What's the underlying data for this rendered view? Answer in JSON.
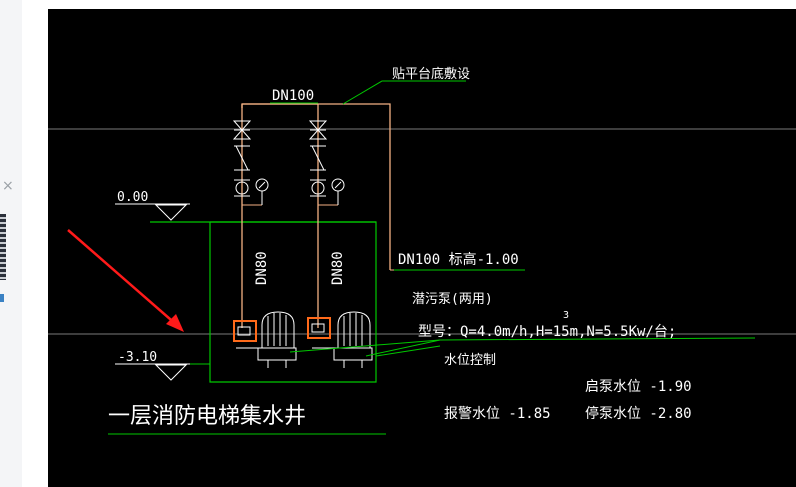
{
  "ui": {
    "close_icon": "×"
  },
  "drawing": {
    "note_mount": "贴平台底敷设",
    "pipe_main": "DN100",
    "pipe_branch_left": "DN80",
    "pipe_branch_right": "DN80",
    "pipe_outlet": "DN100 标高-1.00",
    "level_ground": "0.00",
    "level_pit": "-3.10",
    "pump_title": "潜污泵(两用)",
    "pump_model": "型号：Q=4.0m/h,H=15m,N=5.5Kw/台;",
    "pump_model_sup": "3",
    "water_control": "水位控制",
    "pit_name": "一层消防电梯集水井",
    "start_level": "启泵水位  -1.90",
    "alarm_level": "报警水位  -1.85",
    "stop_level": "停泵水位  -2.80"
  },
  "colors": {
    "background": "#000000",
    "pipe": "#f4b183",
    "leader": "#00c800",
    "wall": "#00c800",
    "valve": "#ffffff",
    "highlight": "#ff6a1a",
    "arrow": "#ff1a1a",
    "gridline": "#7a7a7a"
  }
}
